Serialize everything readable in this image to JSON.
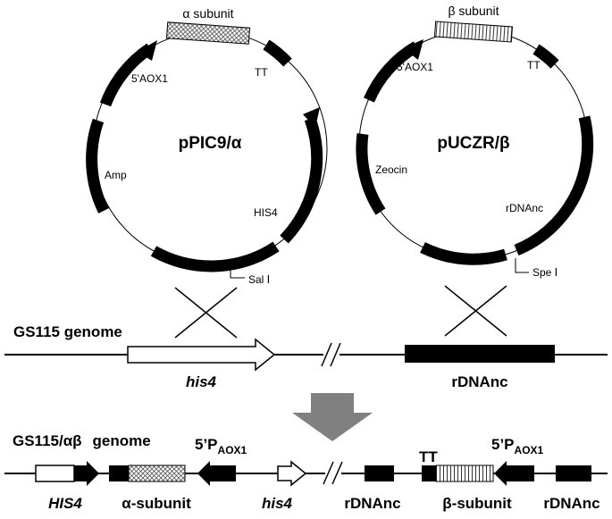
{
  "plasmid_alpha": {
    "name": "pPIC9/α",
    "insert": "α subunit",
    "labels": {
      "promoter": "5'AOX1",
      "terminator": "TT",
      "marker_a": "Amp",
      "marker_b": "HIS4",
      "site": "Sal Ⅰ"
    }
  },
  "plasmid_beta": {
    "name": "pUCZR/β",
    "insert": "β subunit",
    "labels": {
      "promoter": "5'AOX1",
      "terminator": "TT",
      "marker_a": "Zeocin",
      "marker_b": "rDNAnc",
      "site": "Spe Ⅰ"
    }
  },
  "genome": {
    "title": "GS115 genome",
    "gene_a": "his4",
    "gene_b": "rDNAnc"
  },
  "recombinant": {
    "title_prefix": "GS115/αβ",
    "title_suffix": "genome",
    "promoter_main": "5’P",
    "promoter_sub": "AOX1",
    "terminator": "TT",
    "labels": {
      "his4_upper": "HIS4",
      "alpha": "α-subunit",
      "his4_lower": "his4",
      "rdna_1": "rDNAnc",
      "beta": "β-subunit",
      "rdna_2": "rDNAnc"
    }
  },
  "colors": {
    "ink": "#000000",
    "arrow": "#808080",
    "paper": "#ffffff"
  }
}
